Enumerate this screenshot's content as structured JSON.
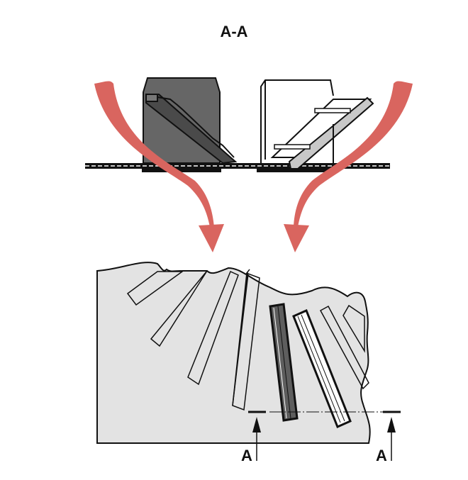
{
  "figure": {
    "section_title": "A-A",
    "section_marker_left": "A",
    "section_marker_right": "A"
  },
  "colors": {
    "arrow": "#d9655f",
    "board_fill": "#e3e3e3",
    "dark_component": "#5e5e5e",
    "light_component": "#ffffff",
    "outline": "#111111",
    "stripe": "#c8c8c8"
  },
  "components": [
    {
      "name": "dark-connector",
      "fill": "dark"
    },
    {
      "name": "light-connector",
      "fill": "light"
    }
  ]
}
